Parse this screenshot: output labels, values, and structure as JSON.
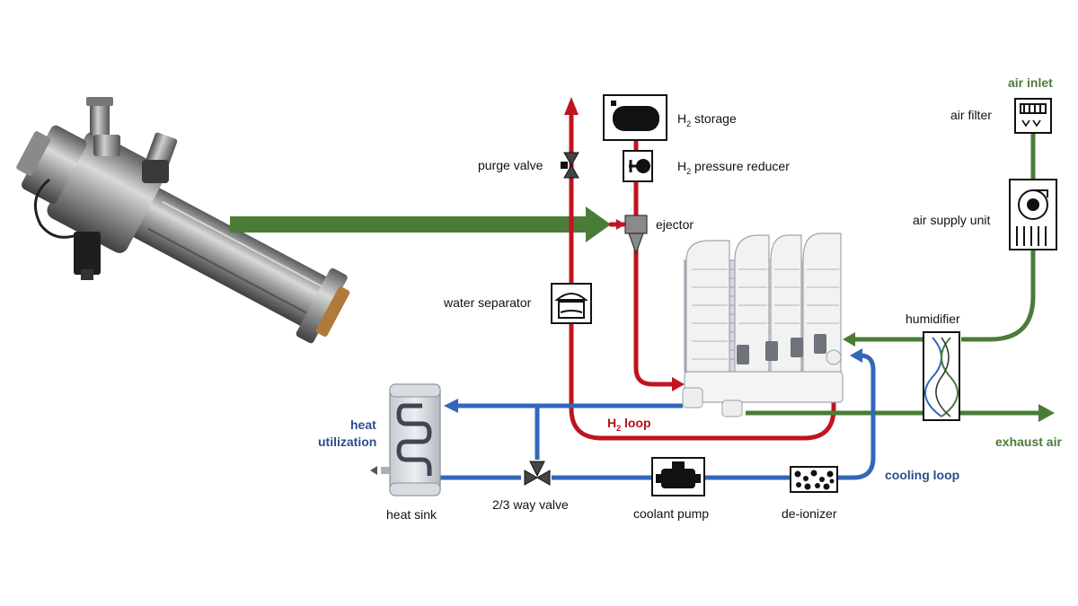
{
  "labels": {
    "h2_storage": {
      "main": "H",
      "sub": "2",
      "rest": " storage"
    },
    "h2_pressure_reducer": {
      "main": "H",
      "sub": "2",
      "rest": " pressure reducer"
    },
    "purge_valve": "purge valve",
    "ejector": "ejector",
    "water_separator": "water separator",
    "air_inlet": "air inlet",
    "air_filter": "air filter",
    "air_supply_unit": "air supply unit",
    "humidifier": "humidifier",
    "exhaust_air": "exhaust air",
    "h2_loop": {
      "main": "H",
      "sub": "2",
      "rest": " loop"
    },
    "heat_utilization": [
      "heat",
      "utilization"
    ],
    "heat_sink": "heat sink",
    "way_valve": "2/3 way valve",
    "coolant_pump": "coolant pump",
    "de_ionizer": "de-ionizer",
    "cooling_loop": "cooling loop"
  },
  "colors": {
    "hydrogen": "#c0141e",
    "air": "#4a7c37",
    "coolant": "#3366bb",
    "label_blue": "#2b4f8f",
    "label_green": "#4a7c37",
    "label_red": "#b0121b"
  },
  "icons": {
    "photo": "ejector-photo",
    "stack": "fuel-cell-stack-icon"
  }
}
